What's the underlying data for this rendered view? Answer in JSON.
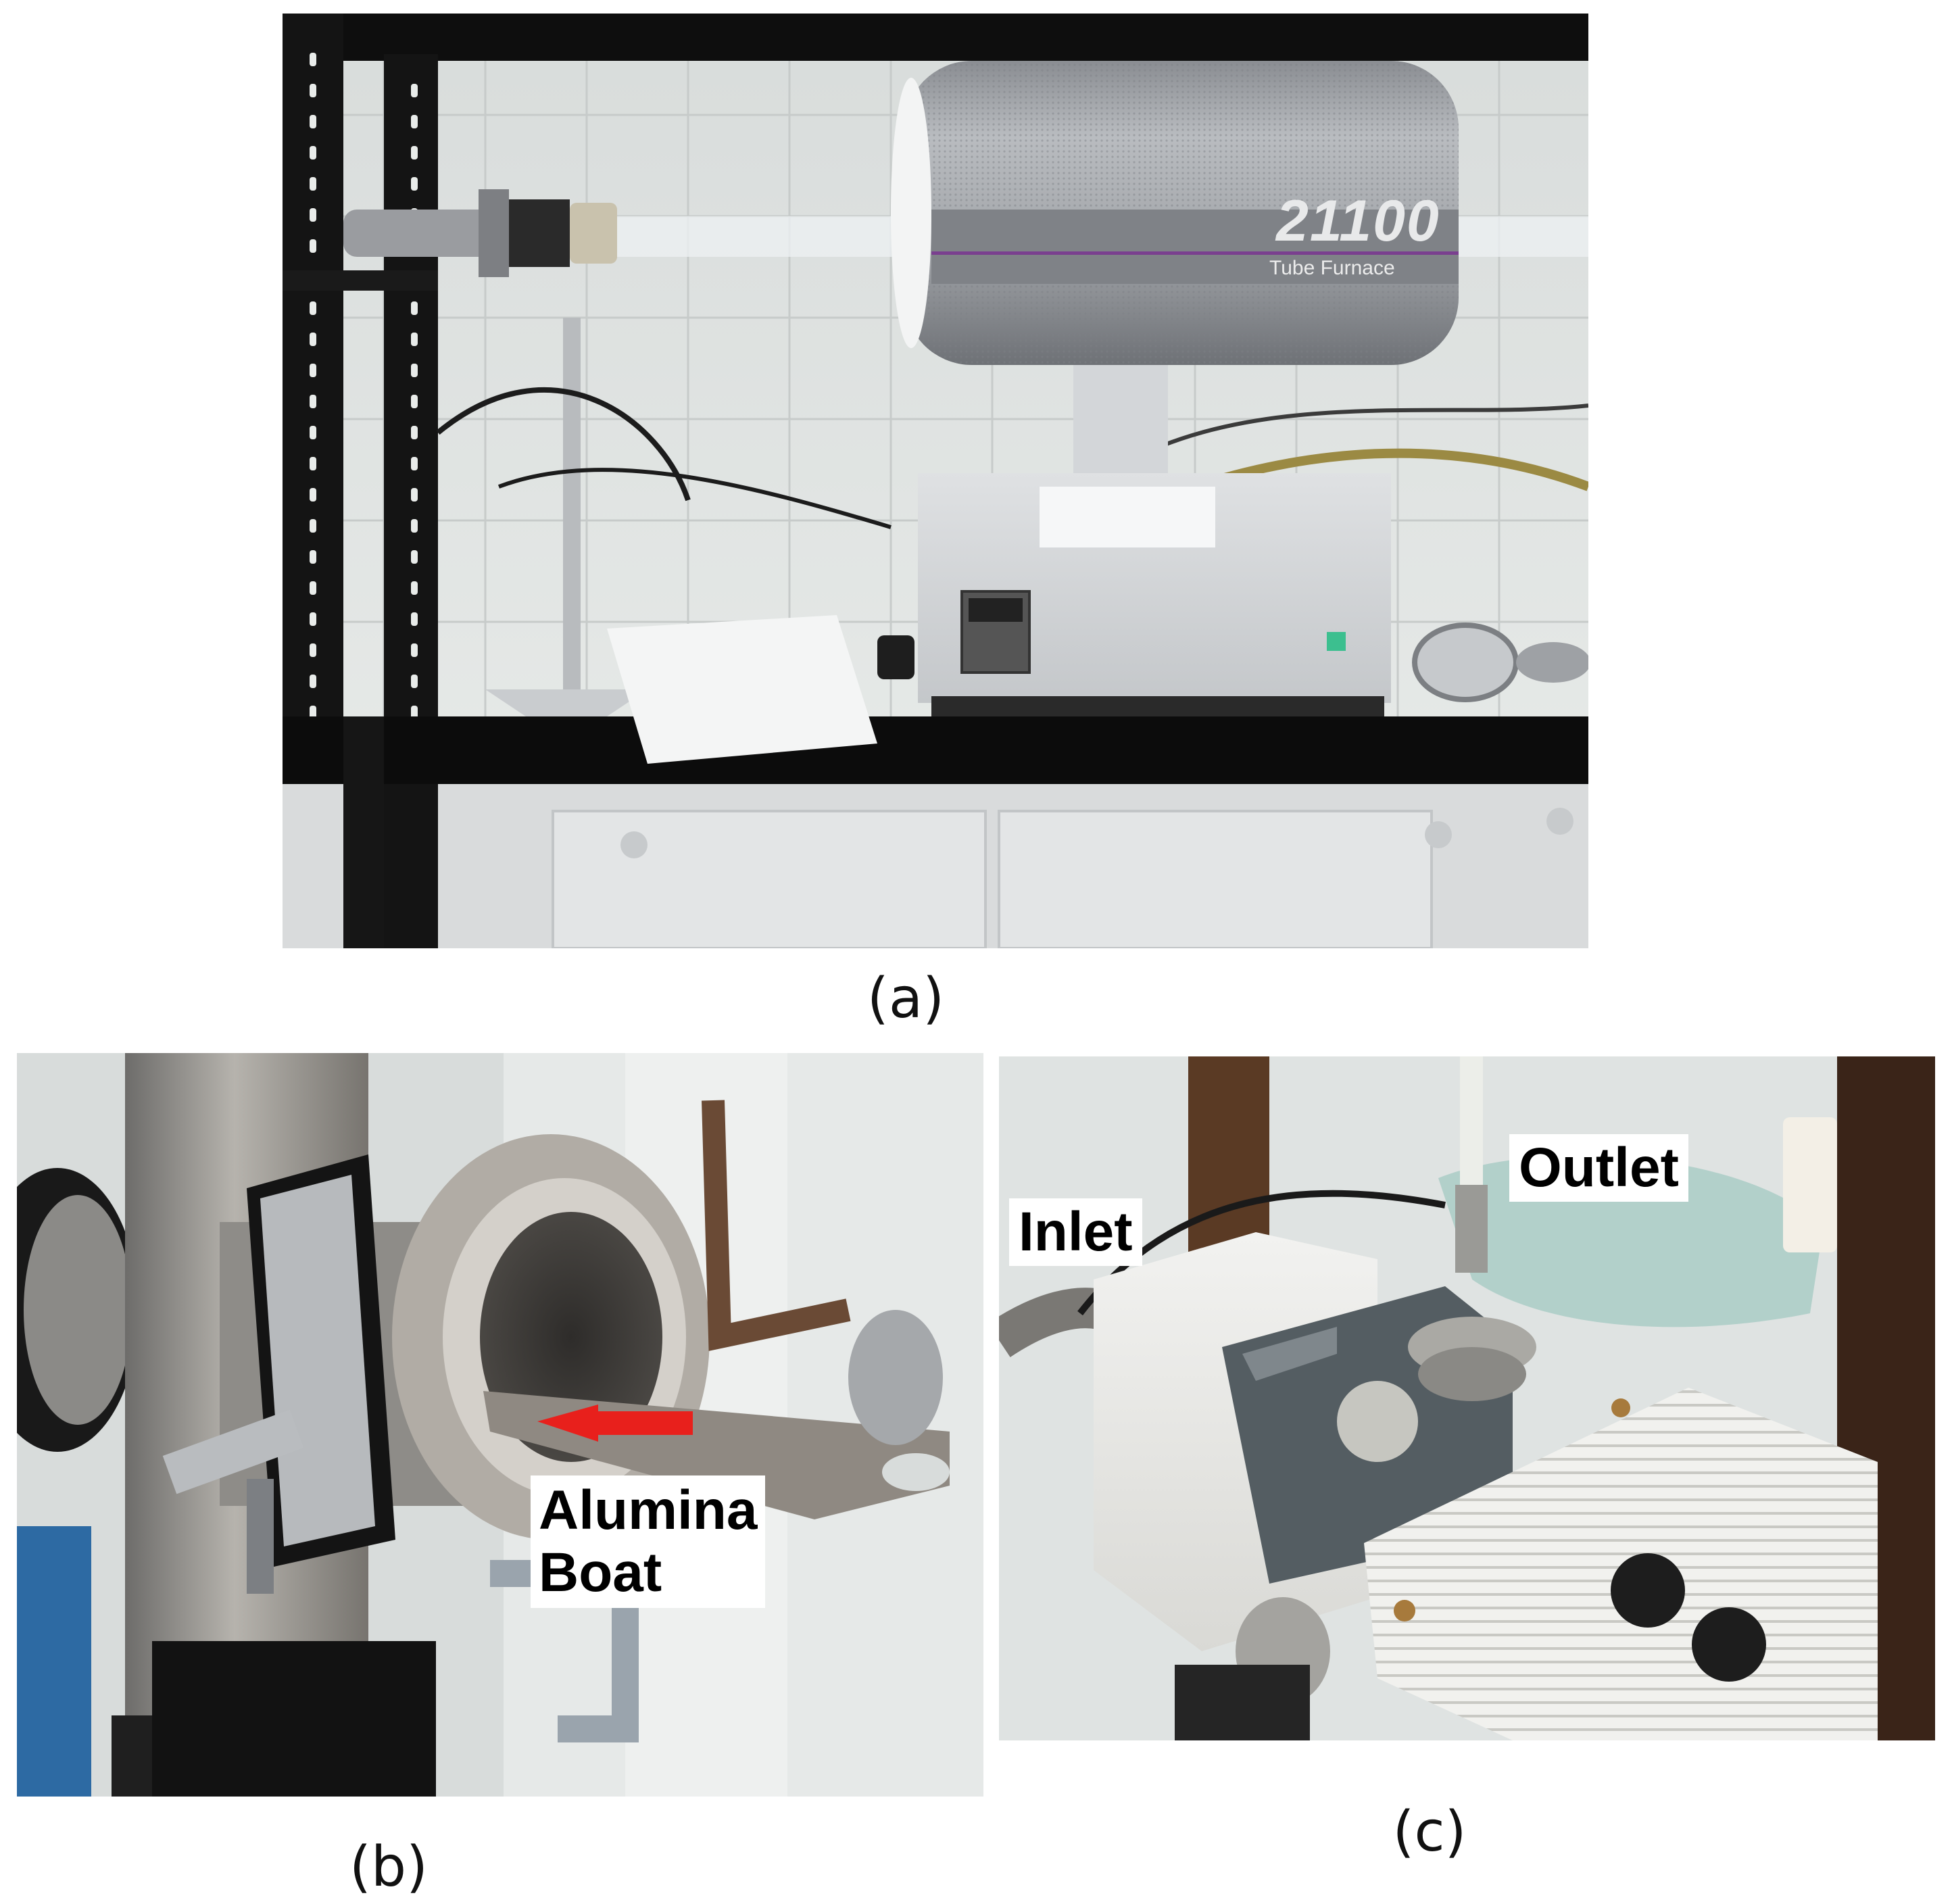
{
  "figure": {
    "panels": [
      {
        "id": "a",
        "caption": "(a)",
        "printed_text": {
          "model_number": "21100",
          "model_name": "Tube Furnace"
        }
      },
      {
        "id": "b",
        "caption": "(b)",
        "labels": {
          "boat_line1": "Alumina",
          "boat_line2": "Boat"
        },
        "arrow_color": "#e8201c"
      },
      {
        "id": "c",
        "caption": "(c)",
        "labels": {
          "outlet": "Outlet",
          "inlet": "Inlet"
        }
      }
    ]
  }
}
